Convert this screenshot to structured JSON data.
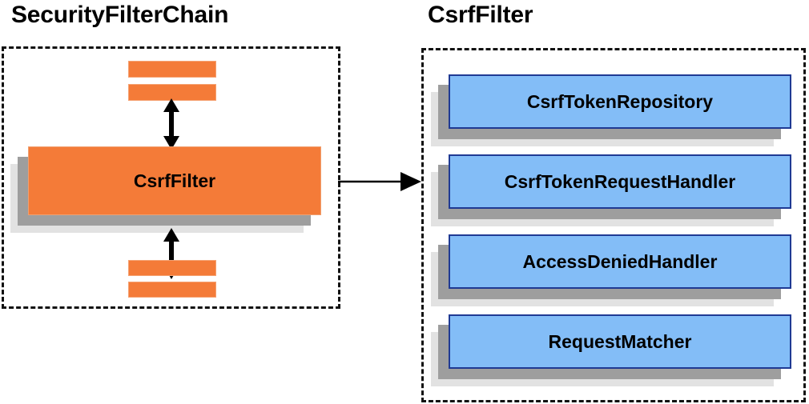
{
  "diagram": {
    "title_left": "SecurityFilterChain",
    "title_right": "CsrfFilter",
    "colors": {
      "orange_fill": "#f47b38",
      "orange_border": "#f5a273",
      "blue_fill": "#83bdf7",
      "blue_border": "#1f3a93",
      "shadow_inner": "#9e9e9e",
      "shadow_outer": "#e2e2e2",
      "dashed_border": "#111111",
      "arrow": "#000000",
      "text": "#000000",
      "background": "#ffffff"
    },
    "left_panel": {
      "group_label": "SecurityFilterChain",
      "filter_label": "CsrfFilter",
      "bars_above_count": 2,
      "bars_below_count": 2,
      "arrow_above": "double-headed-vertical",
      "arrow_below": "double-headed-vertical"
    },
    "right_panel": {
      "group_label": "CsrfFilter",
      "components": [
        {
          "label": "CsrfTokenRepository"
        },
        {
          "label": "CsrfTokenRequestHandler"
        },
        {
          "label": "AccessDeniedHandler"
        },
        {
          "label": "RequestMatcher"
        }
      ]
    },
    "connector": {
      "kind": "arrow-right",
      "from": "CsrfFilter",
      "to": "CsrfFilter detail panel"
    }
  }
}
